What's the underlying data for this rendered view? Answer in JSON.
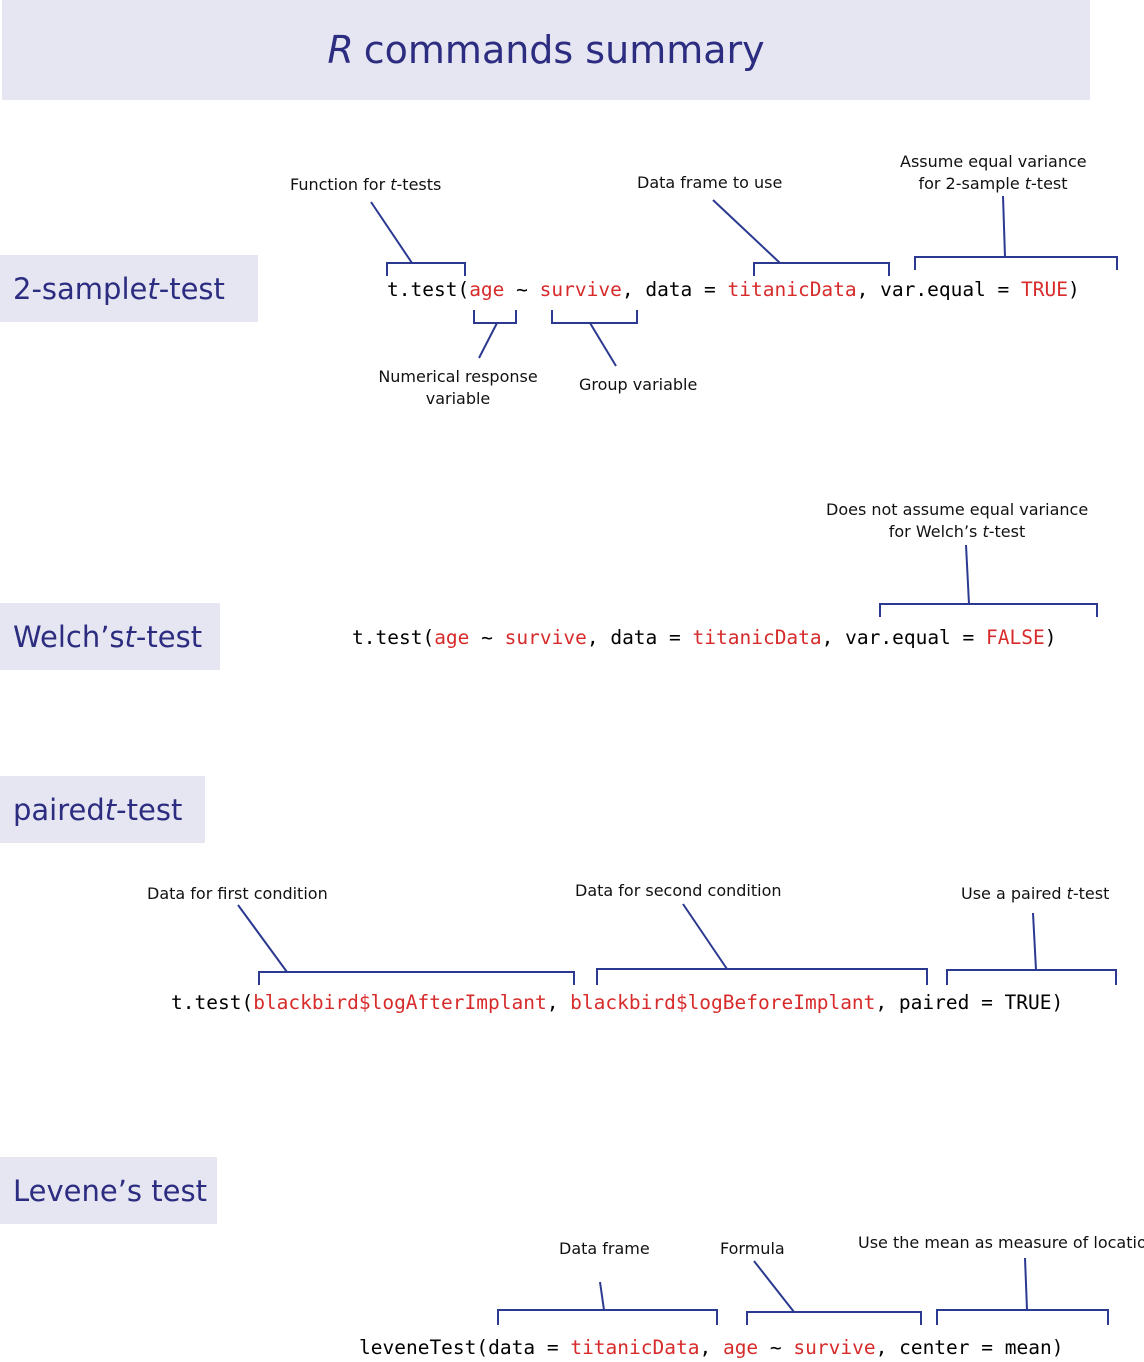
{
  "header": {
    "r_letter": "R",
    "title_rest": "commands summary"
  },
  "sections": {
    "two_sample": {
      "label_prefix": "2-sample ",
      "label_t": "t",
      "label_suffix": "-test",
      "code": {
        "fn": "t.test(",
        "response": "age",
        "tilde": " ~ ",
        "group": "survive",
        "data_kw": ", data = ",
        "data": "titanicData",
        "ve_kw": ", var.equal = ",
        "ve": "TRUE",
        "close": ")"
      },
      "annotations": {
        "function_pre": "Function for ",
        "function_t": "t",
        "function_post": "-tests",
        "data_frame": "Data frame to use",
        "equal_var_line1": "Assume equal variance",
        "equal_var_line2_pre": "for 2-sample ",
        "equal_var_line2_t": "t",
        "equal_var_line2_post": "-test",
        "response_line1": "Numerical response",
        "response_line2": "variable",
        "group": "Group variable"
      }
    },
    "welch": {
      "label_prefix": "Welch’s ",
      "label_t": "t",
      "label_suffix": "-test",
      "code": {
        "fn": "t.test(",
        "response": "age",
        "tilde": " ~ ",
        "group": "survive",
        "data_kw": ", data = ",
        "data": "titanicData",
        "ve_kw": ", var.equal = ",
        "ve": "FALSE",
        "close": ")"
      },
      "annotations": {
        "unequal_line1": "Does not assume equal variance",
        "unequal_line2_pre": "for Welch’s ",
        "unequal_line2_t": "t",
        "unequal_line2_post": "-test"
      }
    },
    "paired": {
      "label_prefix": "paired ",
      "label_t": "t",
      "label_suffix": "-test",
      "code": {
        "fn": "t.test(",
        "first": "blackbird$logAfterImplant",
        "sep": ", ",
        "second": "blackbird$logBeforeImplant",
        "paired_kw": ", paired = TRUE)"
      },
      "annotations": {
        "first": "Data for first condition",
        "second": "Data for second condition",
        "paired_pre": "Use a paired ",
        "paired_t": "t",
        "paired_post": "-test"
      }
    },
    "levene": {
      "label": "Levene’s test",
      "code": {
        "fn": "leveneTest(data = ",
        "data": "titanicData",
        "sep": ", ",
        "response": "age",
        "tilde": " ~ ",
        "group": "survive",
        "center_kw": ", center = mean)"
      },
      "annotations": {
        "data_frame": "Data frame",
        "formula": "Formula",
        "center": "Use the mean as measure of location"
      }
    }
  },
  "colors": {
    "label_bg": "#e6e6f2",
    "label_text": "#2c2c80",
    "argument": "#d72b2b",
    "bracket": "#2b3990"
  }
}
